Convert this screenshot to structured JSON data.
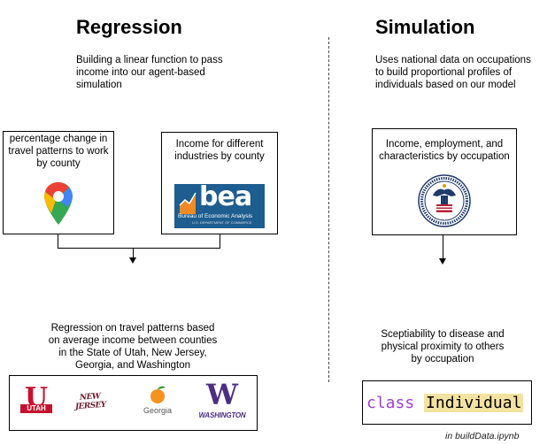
{
  "regression": {
    "title": "Regression",
    "desc": "Building a linear function to pass income into our agent-based simulation",
    "box_left_text": "percentage change in travel patterns to work by county",
    "box_right_text": "Income for different industries by county",
    "bea_logo_text": "bea",
    "bea_logo_sub": "Bureau of Economic Analysis",
    "bea_logo_sub2": "U.S. DEPARTMENT OF COMMERCE",
    "result_text": "Regression on travel patterns based on average income between counties in the State of Utah, New Jersey, Georgia, and Washington",
    "logos": {
      "utah_letter": "U",
      "utah_word": "UTAH",
      "nj": "NEW JERSEY",
      "georgia": "Georgia",
      "washington_letter": "W",
      "washington_word": "WASHINGTON"
    }
  },
  "simulation": {
    "title": "Simulation",
    "desc": "Uses national data on occupations to build proportional profiles of individuals based on our model",
    "box_text": "Income, employment, and characteristics by occupation",
    "result_text": "Sceptiability to disease and physical proximity to others by occupation",
    "code_keyword": "class",
    "code_name": "Individual",
    "caption": "in buildData.ipynb"
  },
  "colors": {
    "keyword": "#a040d0",
    "highlight": "#f3e3a0",
    "bea_blue": "#1d5d8f"
  }
}
